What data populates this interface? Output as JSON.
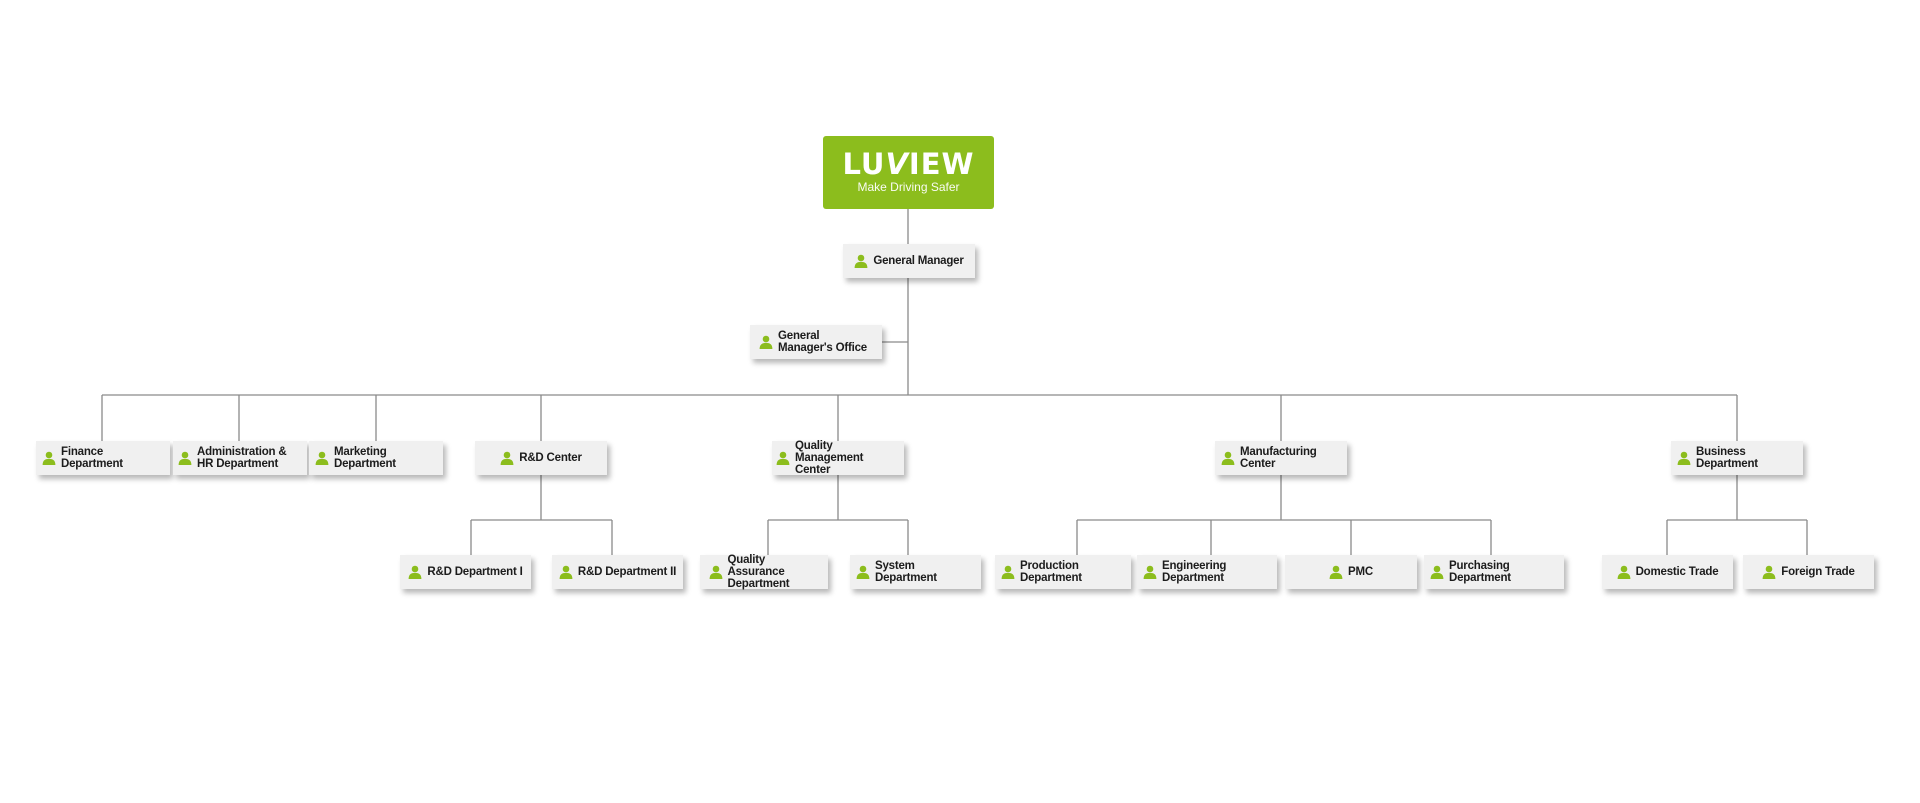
{
  "logo": {
    "brand_prefix": "LU",
    "brand_v": "V",
    "brand_suffix": "IEW",
    "tagline": "Make Driving Safer"
  },
  "nodes": {
    "general_manager": "General Manager",
    "gm_office": "General Manager's Office",
    "finance": "Finance Department",
    "admin_hr": "Administration & HR Department",
    "marketing": "Marketing Department",
    "rd_center": "R&D Center",
    "qm_center": "Quality Management Center",
    "manufacturing": "Manufacturing Center",
    "business": "Business Department",
    "rd1": "R&D Department I",
    "rd2": "R&D Department II",
    "qa": "Quality Assurance Department",
    "system": "System Department",
    "production": "Production Department",
    "engineering": "Engineering Department",
    "pmc": "PMC",
    "purchasing": "Purchasing Department",
    "domestic": "Domestic Trade",
    "foreign": "Foreign Trade"
  },
  "colors": {
    "accent": "#8cbd1d",
    "connector": "#8a8a8a",
    "node_bg": "#f0f0f0"
  },
  "icon": "person-icon"
}
